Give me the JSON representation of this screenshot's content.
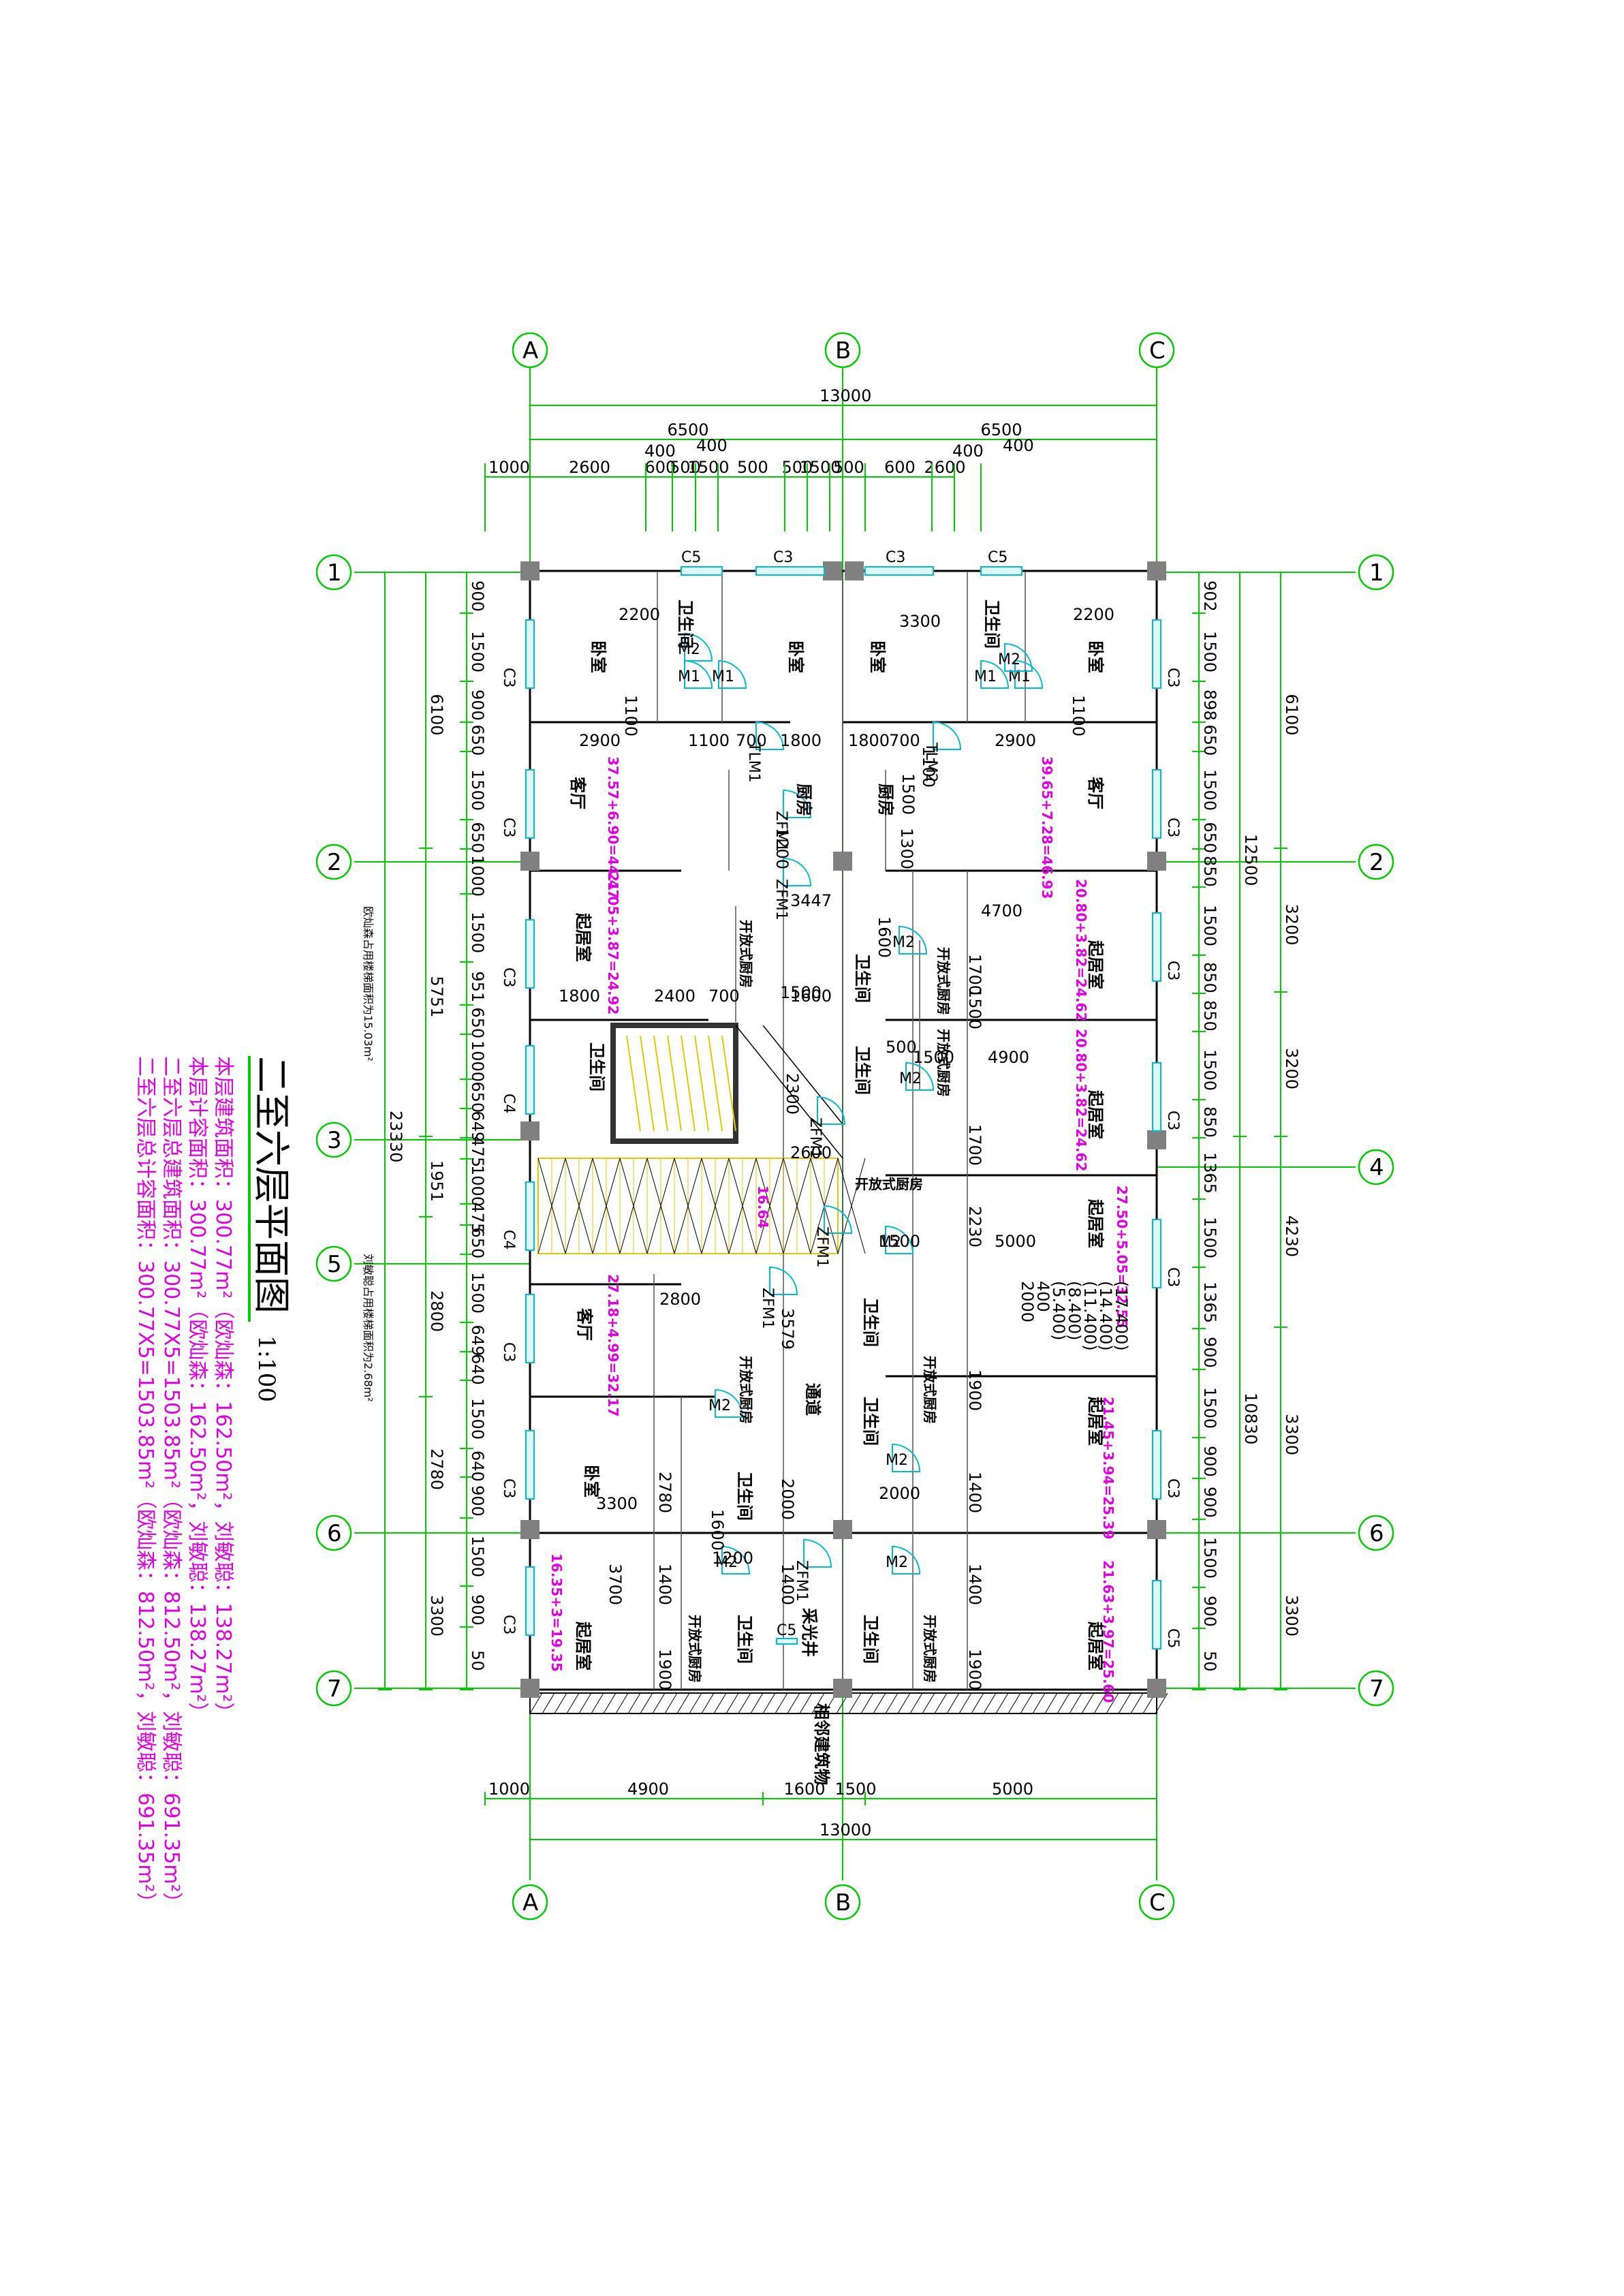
{
  "title": "二至六层平面图",
  "scale": "1:100",
  "stats": [
    "本层建筑面积：300.77m²（欧灿森：162.50m²，刘敏聪：138.27m²）",
    "本层计容面积：300.77m²（欧灿森：162.50m²，刘敏聪：138.27m²）",
    "二至六层总建筑面积：300.77X5=1503.85m²（欧灿森：812.50m²，刘敏聪：691.35m²）",
    "二至六层总计容面积：300.77X5=1503.85m²（欧灿森：812.50m²，刘敏聪：691.35m²）"
  ],
  "axes_letter": [
    "A",
    "B",
    "C"
  ],
  "axes_number": [
    "1",
    "2",
    "3",
    "4",
    "5",
    "6",
    "7"
  ],
  "dims_top": {
    "total": "13000",
    "halves": [
      "6500",
      "6500"
    ],
    "row1": [
      "400",
      "400",
      "400",
      "400"
    ],
    "row2": [
      "1000",
      "2600",
      "600",
      "500",
      "1500",
      "500",
      "500",
      "1500",
      "500",
      "600",
      "2600"
    ]
  },
  "dims_bottom": {
    "row": [
      "1000",
      "4900",
      "1600",
      "1500",
      "5000"
    ],
    "total": "13000"
  },
  "dims_left": {
    "outer": "23330",
    "mid": [
      "6100",
      "5751",
      "1951",
      "2800",
      "2780",
      "3300"
    ],
    "inner": [
      "900",
      "1500",
      "900",
      "650",
      "1500",
      "650",
      "1000",
      "1500",
      "951",
      "650",
      "1000",
      "650",
      "649",
      "475",
      "1000",
      "475",
      "650",
      "1500",
      "649",
      "640",
      "1500",
      "640",
      "900",
      "1500",
      "900",
      "50"
    ]
  },
  "dims_right": {
    "outer": [
      "12500",
      "10830"
    ],
    "mid": [
      "6100",
      "3200",
      "3200",
      "4230",
      "3300",
      "3300"
    ],
    "inner": [
      "902",
      "1500",
      "898",
      "650",
      "1500",
      "650",
      "850",
      "1500",
      "850",
      "850",
      "1500",
      "850",
      "1365",
      "1500",
      "1365",
      "900",
      "1500",
      "900",
      "900",
      "1500",
      "900",
      "50"
    ]
  },
  "windows": [
    "C5",
    "C3",
    "C3",
    "C5",
    "C3",
    "C3",
    "C3",
    "C4",
    "C4",
    "C3",
    "C3",
    "C3",
    "C3",
    "C3",
    "C3",
    "C3",
    "C3",
    "C3",
    "C5",
    "C5"
  ],
  "doors": [
    "M1",
    "M1",
    "M1",
    "M1",
    "M2",
    "M2",
    "M2",
    "M2",
    "M2",
    "M2",
    "M2",
    "M2",
    "M2",
    "TLM1",
    "TLM2",
    "ZFM1",
    "ZFM1",
    "ZFM1",
    "ZFM1",
    "ZFM1",
    "ZFM1"
  ],
  "rooms": {
    "bedroom": "卧室",
    "bathroom": "卫生间",
    "living": "客厅",
    "kitchen": "厨房",
    "sitting": "起居室",
    "open_kitchen": "开放式厨房",
    "corridor": "通道",
    "lightwell": "采光井",
    "neighbor": "相邻建筑物"
  },
  "areas": [
    "37.57+6.90=44.47",
    "39.65+7.28=46.93",
    "21.05+3.87=24.92",
    "20.80+3.82=24.62",
    "20.80+3.82=24.62",
    "27.50+5.05=32.55",
    "27.18+4.99=32.17",
    "21.45+3.94=25.39",
    "16.35+3=19.35",
    "21.63+3.97=25.60",
    "16.64"
  ],
  "room_dims": [
    "2200",
    "1100",
    "2900",
    "1100",
    "700",
    "1800",
    "1800",
    "700",
    "1100",
    "2900",
    "3300",
    "2200",
    "1100",
    "1500",
    "1200",
    "1300",
    "3447",
    "1600",
    "4700",
    "1700",
    "1500",
    "1800",
    "2400",
    "700",
    "1600",
    "2300",
    "1500",
    "4900",
    "1700",
    "2600",
    "2230",
    "1500",
    "5000",
    "2800",
    "3579",
    "2000",
    "1900",
    "2780",
    "2000",
    "1400",
    "3300",
    "1600",
    "3700",
    "1400",
    "1200",
    "1400",
    "1400",
    "1900",
    "1900",
    "1500",
    "500"
  ],
  "elevations": [
    "(17.400)",
    "(14.400)",
    "(11.400)",
    "(8.400)",
    "(5.400)",
    "400",
    "2000"
  ],
  "notes": [
    "欧灿森占用楼梯面积为15.03m²",
    "刘敏聪占用楼梯面积为2.68m²"
  ]
}
